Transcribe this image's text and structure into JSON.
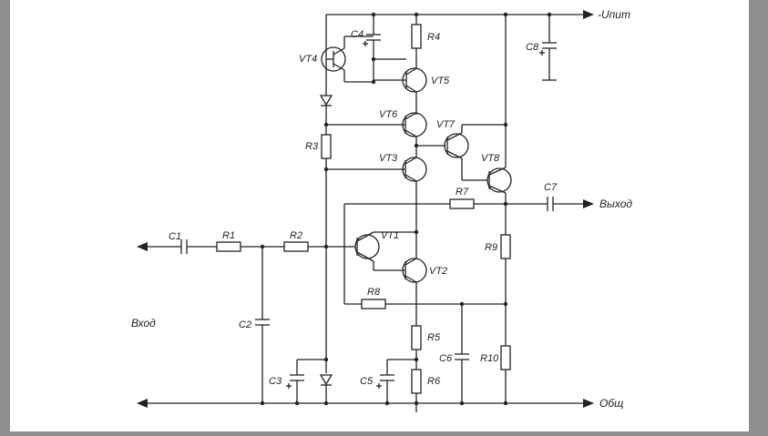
{
  "ports": {
    "supply": "-Uпит",
    "output": "Выход",
    "ground": "Общ",
    "input": "Вход"
  },
  "labels": {
    "C1": "C1",
    "C2": "C2",
    "C3": "C3",
    "C4": "C4",
    "C5": "C5",
    "C6": "C6",
    "C7": "C7",
    "C8": "C8",
    "R1": "R1",
    "R2": "R2",
    "R3": "R3",
    "R4": "R4",
    "R5": "R5",
    "R6": "R6",
    "R7": "R7",
    "R8": "R8",
    "R9": "R9",
    "R10": "R10",
    "VT1": "VT1",
    "VT2": "VT2",
    "VT3": "VT3",
    "VT4": "VT4",
    "VT5": "VT5",
    "VT6": "VT6",
    "VT7": "VT7",
    "VT8": "VT8"
  },
  "colors": {
    "ink": "#222222",
    "page": "#ffffff",
    "border": "#8e8e8e"
  }
}
